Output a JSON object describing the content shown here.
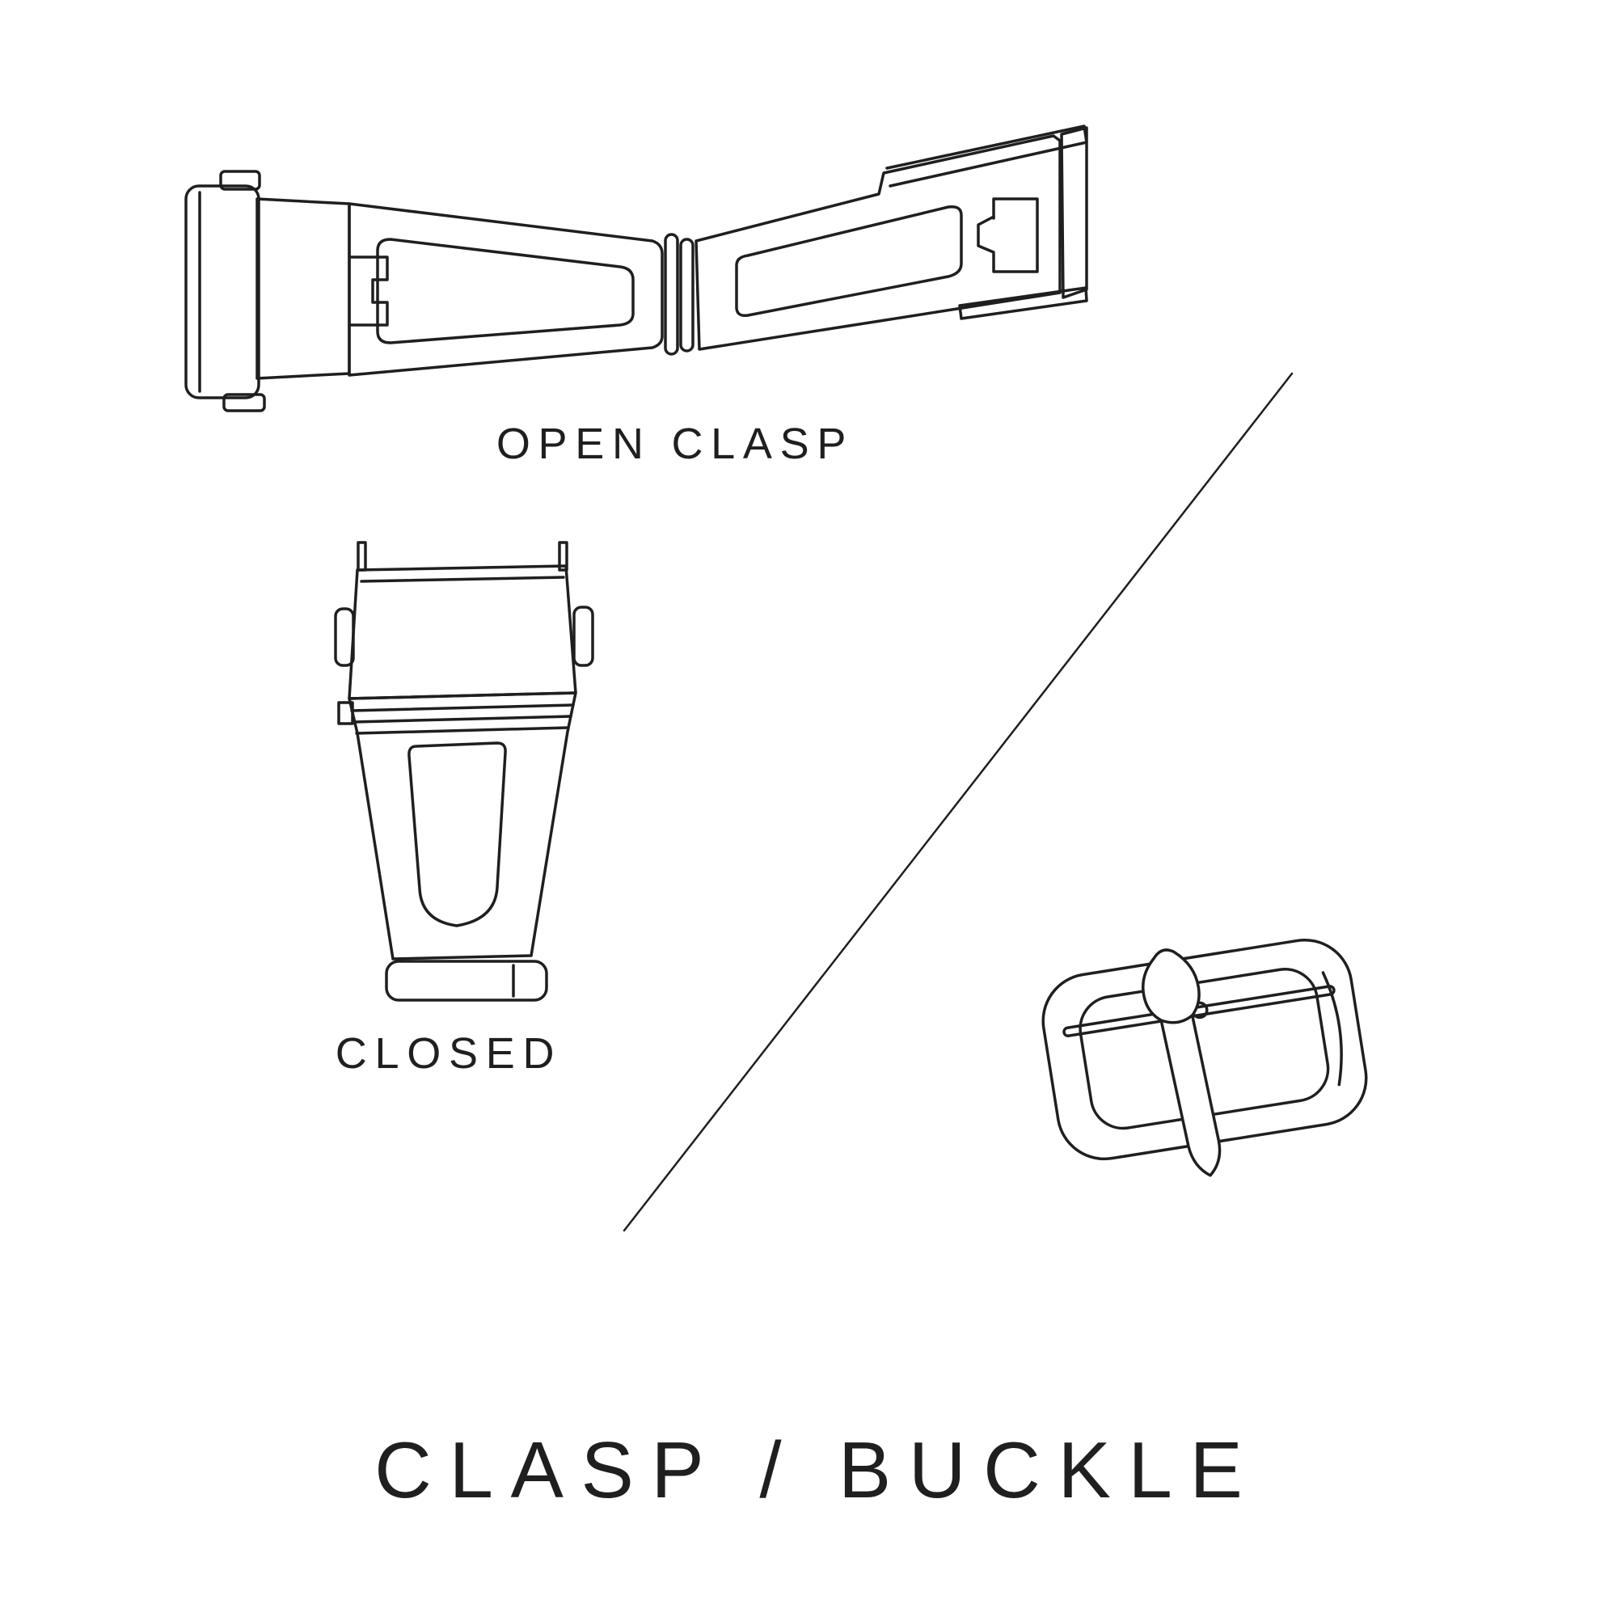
{
  "page": {
    "background": "#ffffff",
    "line_color": "#1f1f1f",
    "text_color": "#1f1f1f"
  },
  "labels": {
    "open_clasp": "OPEN CLASP",
    "closed": "CLOSED",
    "title": "CLASP / BUCKLE"
  },
  "illustrations": {
    "open": "open-clasp-drawing",
    "closed": "closed-clasp-drawing",
    "buckle": "tang-buckle-drawing"
  }
}
